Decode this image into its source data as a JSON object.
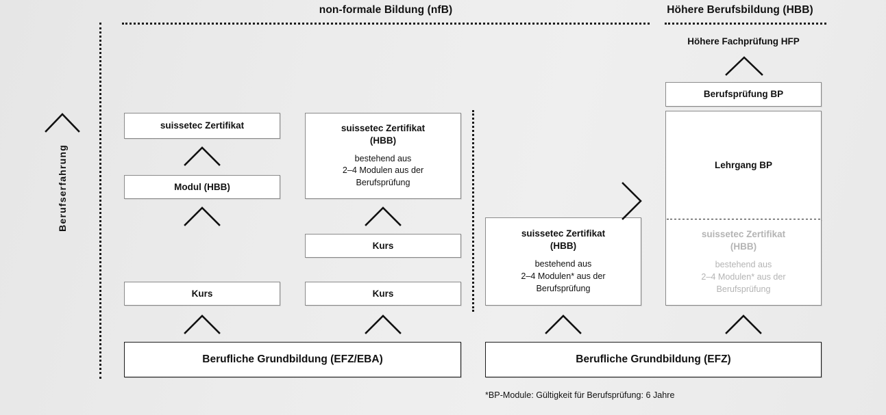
{
  "headers": {
    "nfb": "non-formale Bildung (nfB)",
    "hbb": "Höhere Berufsbildung (HBB)",
    "hfp": "Höhere Fachprüfung HFP"
  },
  "axis": {
    "experience_label": "Berufserfahrung"
  },
  "columns": {
    "col1": {
      "zertifikat": "suissetec Zertifikat",
      "modul": "Modul (HBB)",
      "kurs": "Kurs"
    },
    "col2": {
      "zertifikat_line1": "suissetec Zertifikat",
      "zertifikat_line2": "(HBB)",
      "zertifikat_sub_line1": "bestehend aus",
      "zertifikat_sub_line2": "2–4 Modulen aus der",
      "zertifikat_sub_line3": "Berufsprüfung",
      "kurs_upper": "Kurs",
      "kurs_lower": "Kurs"
    },
    "col3": {
      "zertifikat_line1": "suissetec Zertifikat",
      "zertifikat_line2": "(HBB)",
      "zertifikat_sub_line1": "bestehend aus",
      "zertifikat_sub_line2": "2–4 Modulen* aus der",
      "zertifikat_sub_line3": "Berufsprüfung"
    },
    "col4": {
      "berufspruefung": "Berufsprüfung BP",
      "lehrgang": "Lehrgang BP",
      "zertifikat_line1": "suissetec Zertifikat",
      "zertifikat_line2": "(HBB)",
      "zertifikat_sub_line1": "bestehend aus",
      "zertifikat_sub_line2": "2–4 Modulen* aus der",
      "zertifikat_sub_line3": "Berufsprüfung"
    }
  },
  "base": {
    "left": "Berufliche Grundbildung (EFZ/EBA)",
    "right": "Berufliche Grundbildung (EFZ)"
  },
  "footnote": "*BP-Module: Gültigkeit für Berufsprüfung:  6 Jahre",
  "colors": {
    "border_light": "#8a8a8a",
    "border_dark": "#1a1a1a",
    "muted_text": "#b4b4b4",
    "text": "#111111",
    "box_fill": "#ffffff"
  }
}
